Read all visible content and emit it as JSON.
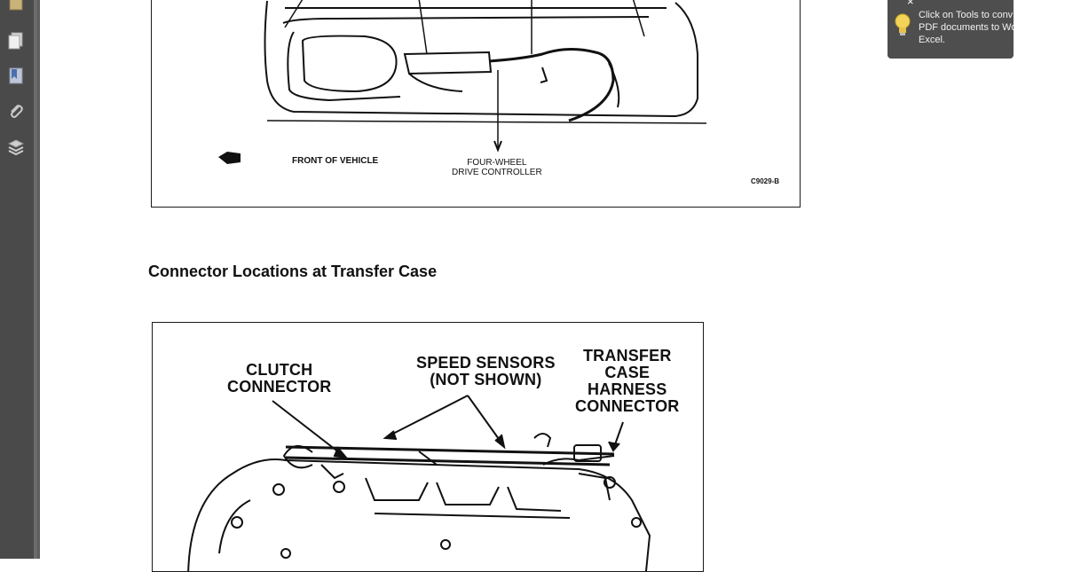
{
  "nav_pane": {
    "buttons": [
      {
        "icon": "pages-icon"
      },
      {
        "icon": "bookmarks-icon"
      },
      {
        "icon": "attachments-icon"
      },
      {
        "icon": "layers-icon"
      }
    ]
  },
  "tooltip": {
    "close_label": "×",
    "text": "Click on Tools to conv PDF documents to Wo Excel."
  },
  "document": {
    "figure1": {
      "front_label": "FRONT OF VEHICLE",
      "controller_label": "FOUR-WHEEL\nDRIVE CONTROLLER",
      "code": "C9029-B"
    },
    "section_heading": "Connector Locations at Transfer Case",
    "figure2": {
      "clutch_label": "CLUTCH\nCONNECTOR",
      "speed_label": "SPEED SENSORS\n(NOT SHOWN)",
      "harness_label": "TRANSFER\nCASE\nHARNESS\nCONNECTOR"
    }
  }
}
